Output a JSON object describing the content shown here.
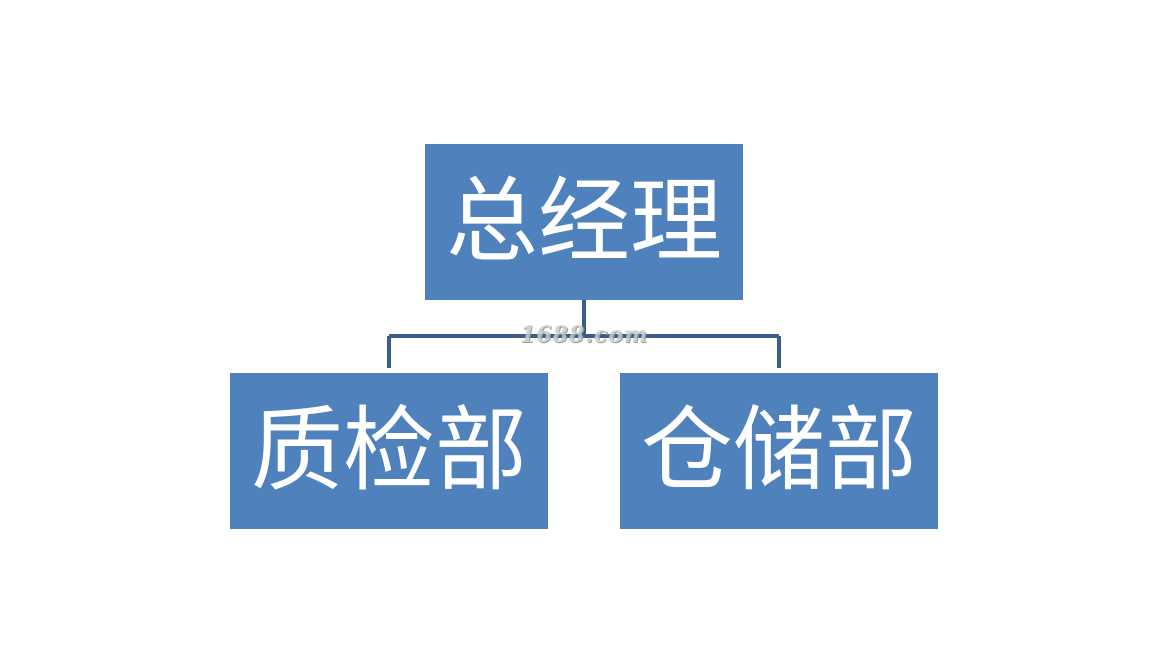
{
  "colors": {
    "node_fill": "#4f81bd",
    "connector": "#385d8a",
    "node_text": "#ffffff"
  },
  "org_chart": {
    "root": {
      "label": "总经理"
    },
    "children": [
      {
        "label": "质检部"
      },
      {
        "label": "仓储部"
      }
    ]
  },
  "watermark": {
    "text": "1688.com"
  }
}
